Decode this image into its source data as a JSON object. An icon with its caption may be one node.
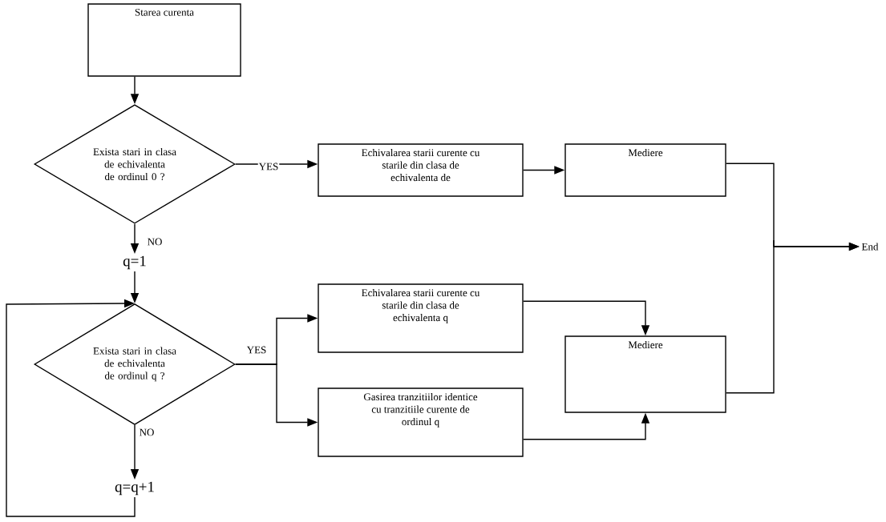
{
  "diagram": {
    "nodes": [
      {
        "text": [
          "Starea curenta"
        ]
      },
      {
        "text": [
          "Exista stari in clasa de echivalenta de ordinul 0 ?"
        ]
      },
      {
        "text": [
          "Echivalarea starii curente cu starile din clasa de echivalenta de"
        ]
      },
      {
        "text": [
          "Mediere"
        ]
      },
      {
        "text": [
          "q=1"
        ]
      },
      {
        "text": [
          "Exista stari in clasa de echivalenta de ordinul q ?"
        ]
      },
      {
        "text": [
          "Echivalarea starii curente cu starile din clasa de echivalenta q"
        ]
      },
      {
        "text": [
          "Gasirea tranzitiilor identice cu tranzitiile curente de ordinul q"
        ]
      },
      {
        "text": [
          "Mediere"
        ]
      },
      {
        "text": [
          "q=q+1"
        ]
      },
      {
        "text": [
          "End"
        ]
      }
    ],
    "edges": [
      {
        "from": 0,
        "to": 1,
        "arrow": "to"
      },
      {
        "from": 1,
        "to": 2,
        "arrow": "to",
        "label": "YES"
      },
      {
        "from": 2,
        "to": 3,
        "arrow": "to"
      },
      {
        "from": 1,
        "to": 4,
        "arrow": "to",
        "label": "NO"
      },
      {
        "from": 4,
        "to": 5,
        "arrow": "to"
      },
      {
        "from": 5,
        "to": 6,
        "arrow": "to",
        "label": "YES"
      },
      {
        "from": 5,
        "to": 7,
        "arrow": "to"
      },
      {
        "from": 6,
        "to": 8,
        "arrow": "to"
      },
      {
        "from": 7,
        "to": 8,
        "arrow": "to"
      },
      {
        "from": 3,
        "to": 10,
        "arrow": "to"
      },
      {
        "from": 8,
        "to": 10,
        "arrow": "to"
      },
      {
        "from": 5,
        "to": 9,
        "arrow": "to",
        "label": "NO"
      },
      {
        "from": 9,
        "to": 5,
        "arrow": "to"
      }
    ]
  }
}
